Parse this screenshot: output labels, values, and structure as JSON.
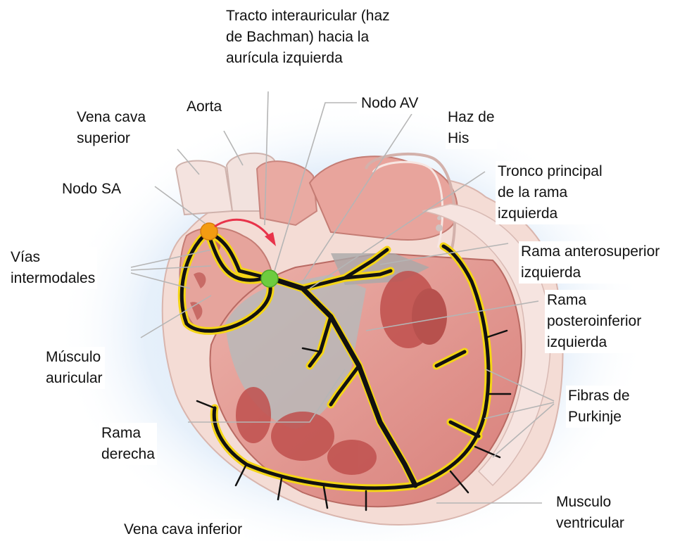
{
  "labels": {
    "tracto": "Tracto interauricular (haz\nde Bachman) hacia la\naurícula izquierda",
    "aorta": "Aorta",
    "vena_cava_superior": "Vena cava\nsuperior",
    "nodo_av": "Nodo AV",
    "haz_his": "Haz de\nHis",
    "nodo_sa": "Nodo SA",
    "tronco": "Tronco principal\nde la rama\nizquierda",
    "vias": "Vías\nintermodales",
    "rama_antero": "Rama anterosuperior\nizquierda",
    "rama_postero": "Rama\nposteroinferior\nizquierda",
    "musculo_auricular": "Músculo\nauricular",
    "fibras": "Fibras de\nPurkinje",
    "rama_derecha": "Rama\nderecha",
    "musculo_ventricular": "Musculo\nventricular",
    "vena_cava_inferior": "Vena cava inferior"
  },
  "colors": {
    "background_glow": "#cfe4f6",
    "heart_outer": "#f4dcd5",
    "myocardium": "#e9a9a3",
    "muscle_dark": "#c0504d",
    "valves_grey": "#b9b9b9",
    "conduction_black": "#111111",
    "conduction_glow": "#f4d516",
    "sa_node": "#f39c12",
    "av_node": "#6dcc3f",
    "impulse_arrow": "#e8334a",
    "leader_line": "#b5b5b5"
  }
}
